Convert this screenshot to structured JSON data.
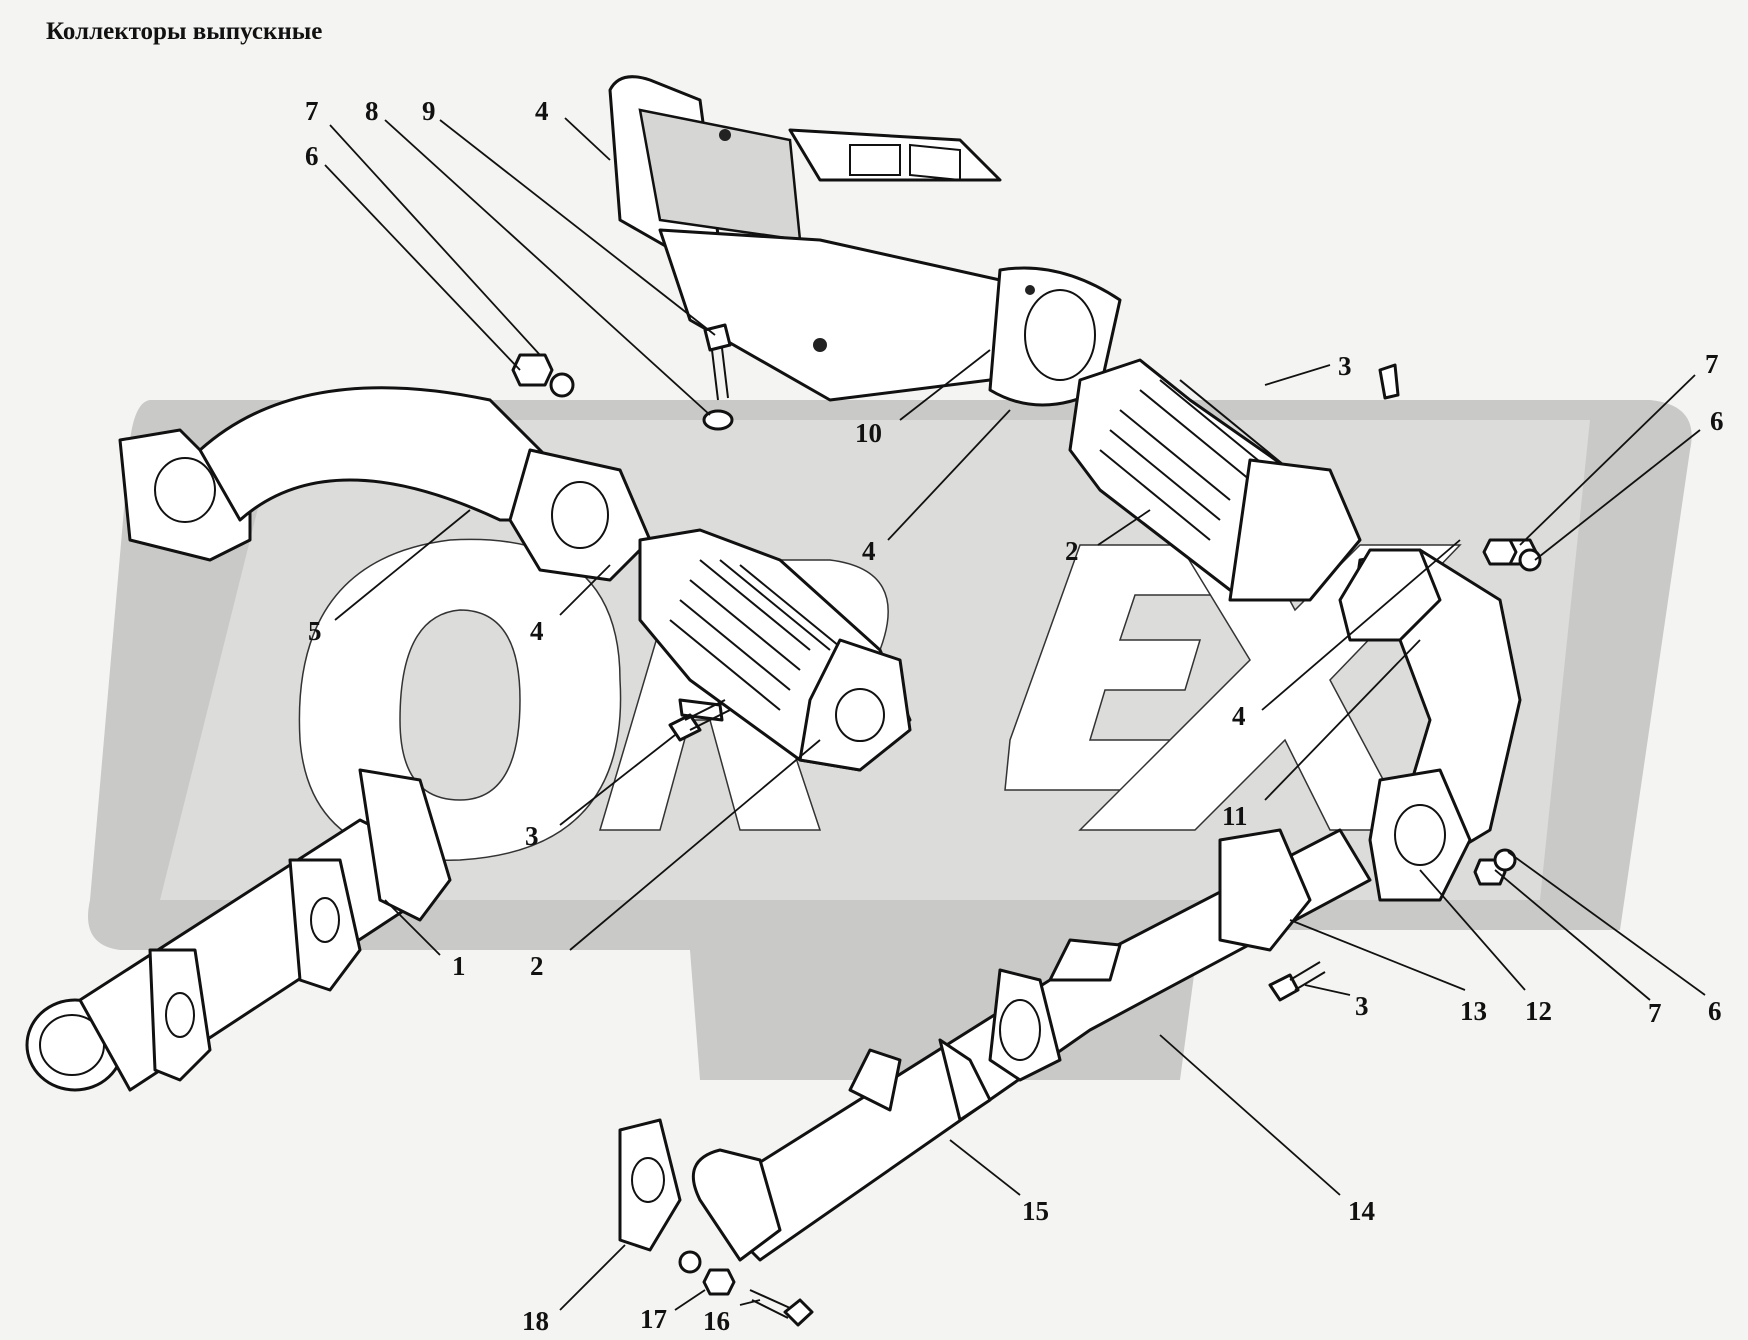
{
  "title": "Коллекторы выпускные",
  "watermark": {
    "brand": "OREX",
    "color_bg": "#c9c9c7",
    "color_letters": "#ffffff"
  },
  "callouts": [
    {
      "id": "c7a",
      "label": "7"
    },
    {
      "id": "c8",
      "label": "8"
    },
    {
      "id": "c9",
      "label": "9"
    },
    {
      "id": "c6a",
      "label": "6"
    },
    {
      "id": "c4a",
      "label": "4"
    },
    {
      "id": "c3a",
      "label": "3"
    },
    {
      "id": "c10",
      "label": "10"
    },
    {
      "id": "c7b",
      "label": "7"
    },
    {
      "id": "c6b",
      "label": "6"
    },
    {
      "id": "c4b",
      "label": "4"
    },
    {
      "id": "c2a",
      "label": "2"
    },
    {
      "id": "c5",
      "label": "5"
    },
    {
      "id": "c4c",
      "label": "4"
    },
    {
      "id": "c4d",
      "label": "4"
    },
    {
      "id": "c11",
      "label": "11"
    },
    {
      "id": "c3b",
      "label": "3"
    },
    {
      "id": "c1",
      "label": "1"
    },
    {
      "id": "c2b",
      "label": "2"
    },
    {
      "id": "c3c",
      "label": "3"
    },
    {
      "id": "c13",
      "label": "13"
    },
    {
      "id": "c12",
      "label": "12"
    },
    {
      "id": "c7c",
      "label": "7"
    },
    {
      "id": "c6c",
      "label": "6"
    },
    {
      "id": "c15",
      "label": "15"
    },
    {
      "id": "c14",
      "label": "14"
    },
    {
      "id": "c18",
      "label": "18"
    },
    {
      "id": "c17",
      "label": "17"
    },
    {
      "id": "c16",
      "label": "16"
    }
  ]
}
